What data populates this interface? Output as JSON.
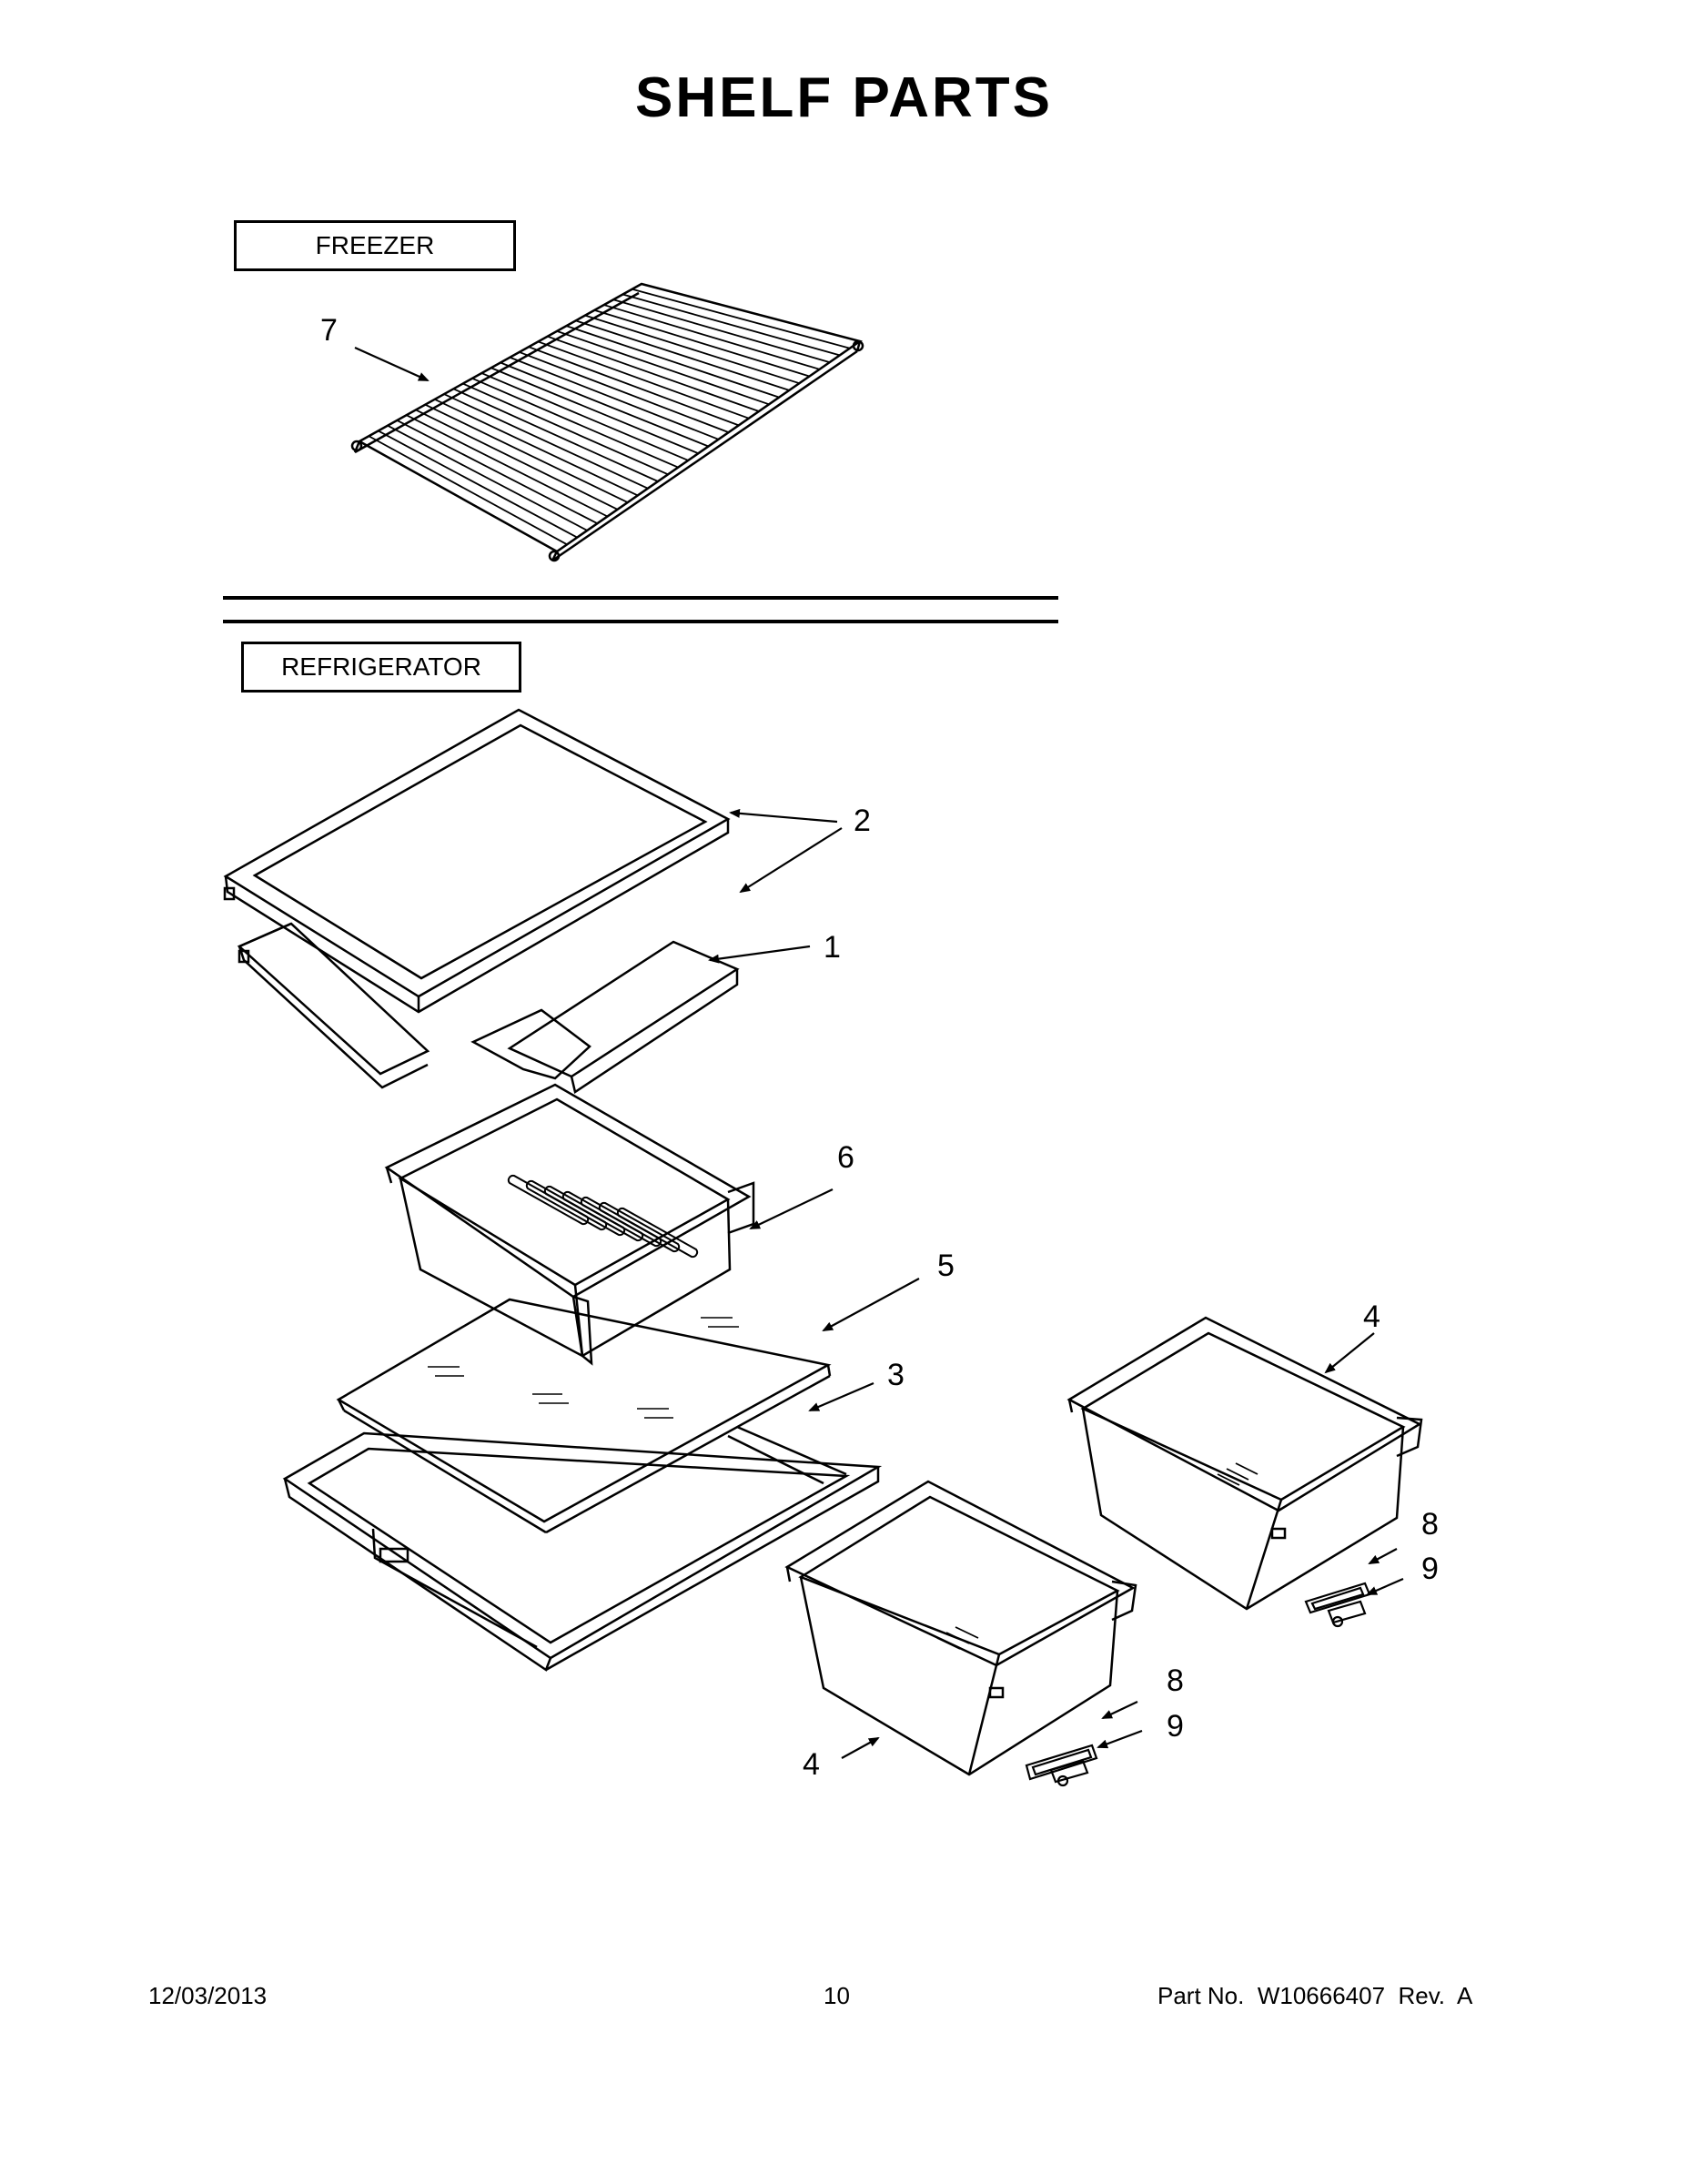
{
  "title": "SHELF PARTS",
  "sections": {
    "freezer": "FREEZER",
    "refrigerator": "REFRIGERATOR"
  },
  "callouts": {
    "c7": "7",
    "c2": "2",
    "c1": "1",
    "c6": "6",
    "c5": "5",
    "c3": "3",
    "c4a": "4",
    "c4b": "4",
    "c8a": "8",
    "c9a": "9",
    "c8b": "8",
    "c9b": "9"
  },
  "footer": {
    "date": "12/03/2013",
    "page": "10",
    "part": "Part No.  W10666407  Rev.  A"
  }
}
